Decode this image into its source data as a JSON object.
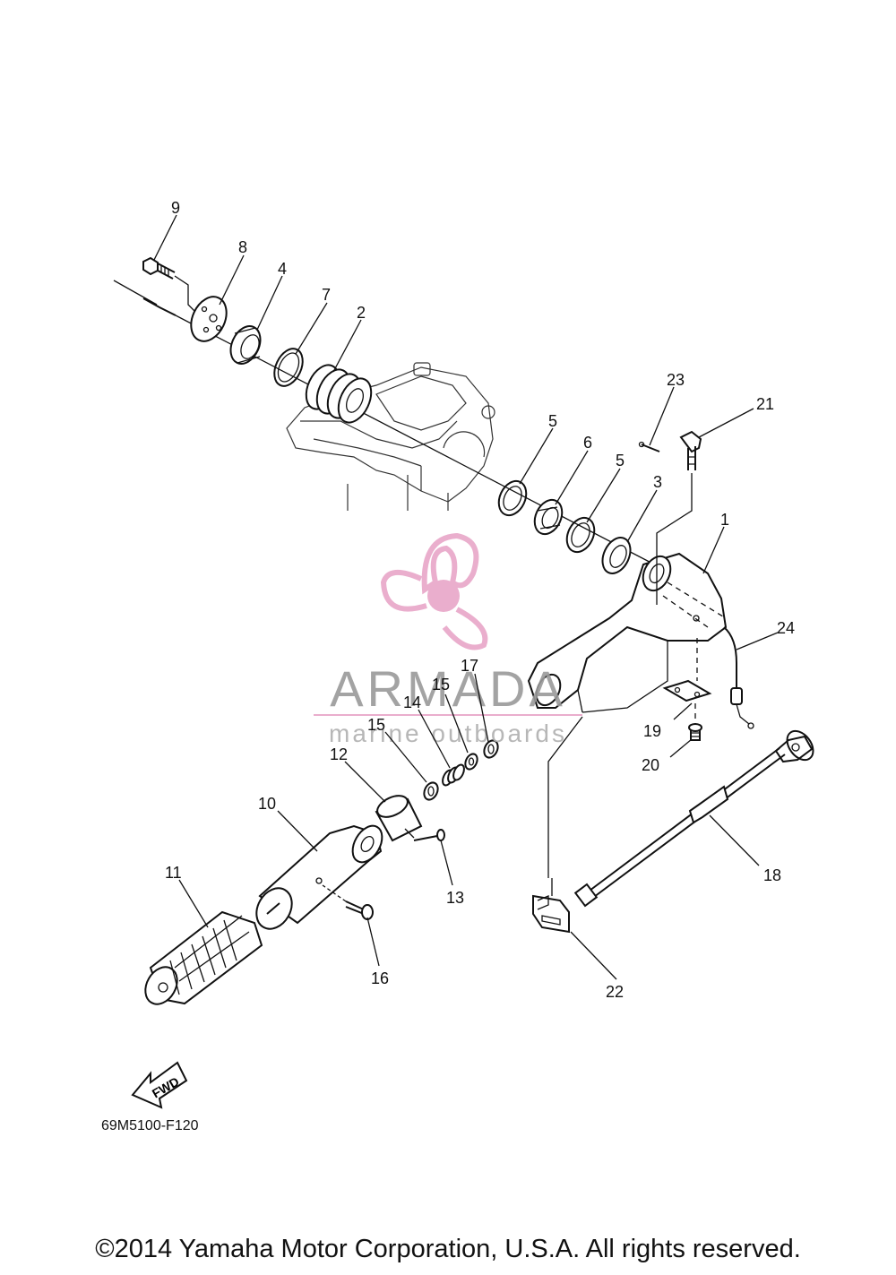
{
  "labels": {
    "l1": "1",
    "l2": "2",
    "l3": "3",
    "l4": "4",
    "l5a": "5",
    "l5b": "5",
    "l6": "6",
    "l7": "7",
    "l8": "8",
    "l9": "9",
    "l10": "10",
    "l11": "11",
    "l12": "12",
    "l13": "13",
    "l14": "14",
    "l15a": "15",
    "l15b": "15",
    "l16": "16",
    "l17": "17",
    "l18": "18",
    "l19": "19",
    "l20": "20",
    "l21": "21",
    "l22": "22",
    "l23": "23",
    "l24": "24"
  },
  "fwd_text": "FWD",
  "part_code": "69M5100-F120",
  "watermark": {
    "brand": "ARMADA",
    "tagline": "marine outboards",
    "color_pink": "#e8a6c8",
    "color_gray": "#9a9a9a"
  },
  "copyright": "©2014 Yamaha Motor Corporation, U.S.A. All rights reserved."
}
